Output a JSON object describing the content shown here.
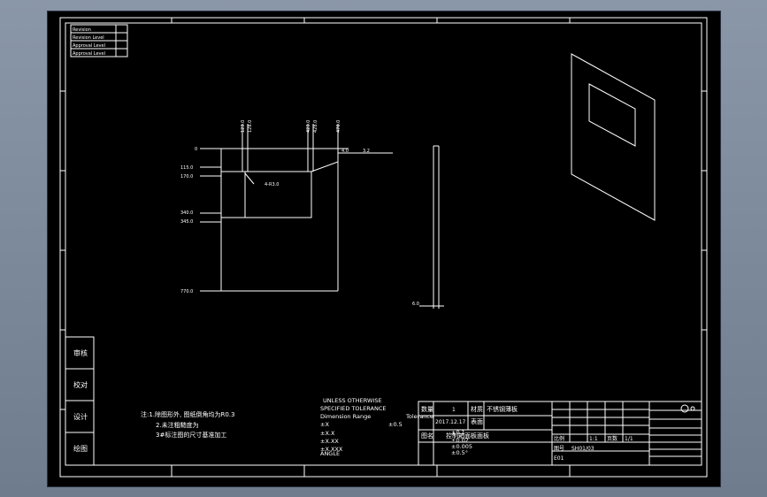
{
  "side_labels": [
    "审核",
    "校对",
    "设计",
    "绘图"
  ],
  "notes": [
    "注:1.除图形外, 图纸倒角均为R0.3",
    "2.未注粗糙度为",
    "3#标注图的尺寸基准加工"
  ],
  "tolerance": {
    "header1": "UNLESS OTHERWISE",
    "header2": "SPECIFIED TOLERANCE",
    "range_label": "Dimension Range",
    "tol_label": "Tolerance",
    "rows": [
      {
        "label": "±X",
        "value": "±0.5"
      },
      {
        "label": "±X.X",
        "value": "±0.1"
      },
      {
        "label": "±X.XX",
        "value": "±0.02"
      },
      {
        "label": "±X.XXX",
        "value": "±0.005"
      },
      {
        "label": "ANGLE",
        "value": "±0.5°"
      }
    ]
  },
  "title_block": {
    "count_label": "数量",
    "count_value": "1",
    "material_label": "材质",
    "material_value": "不锈钢薄板",
    "date_value": "2017.12.17",
    "process_label": "表面",
    "name_label": "图名",
    "part_name": "控制箱面板面板",
    "drawing_no": "SH01/03",
    "scale_label": "比例",
    "scale_value": "1:1",
    "page_label": "页数",
    "page_value": "1/1",
    "sheet_label": "图号",
    "sheet_value": "E01"
  },
  "top_left_table": [
    "Revision",
    "Revision Level",
    "Approval Level",
    "Approval Level"
  ],
  "dims": {
    "zero": "0",
    "y1": "115.0",
    "y2": "170.0",
    "y3": "340.0",
    "y4": "345.0",
    "y5": "770.0",
    "x1": "123.0",
    "x2": "128.0",
    "x3": "423.0",
    "x4": "428.0",
    "x5": "470.0",
    "hole": "4-R3.0",
    "thickness": "4.0",
    "side_dim": "6.0",
    "finish": "3.2"
  }
}
